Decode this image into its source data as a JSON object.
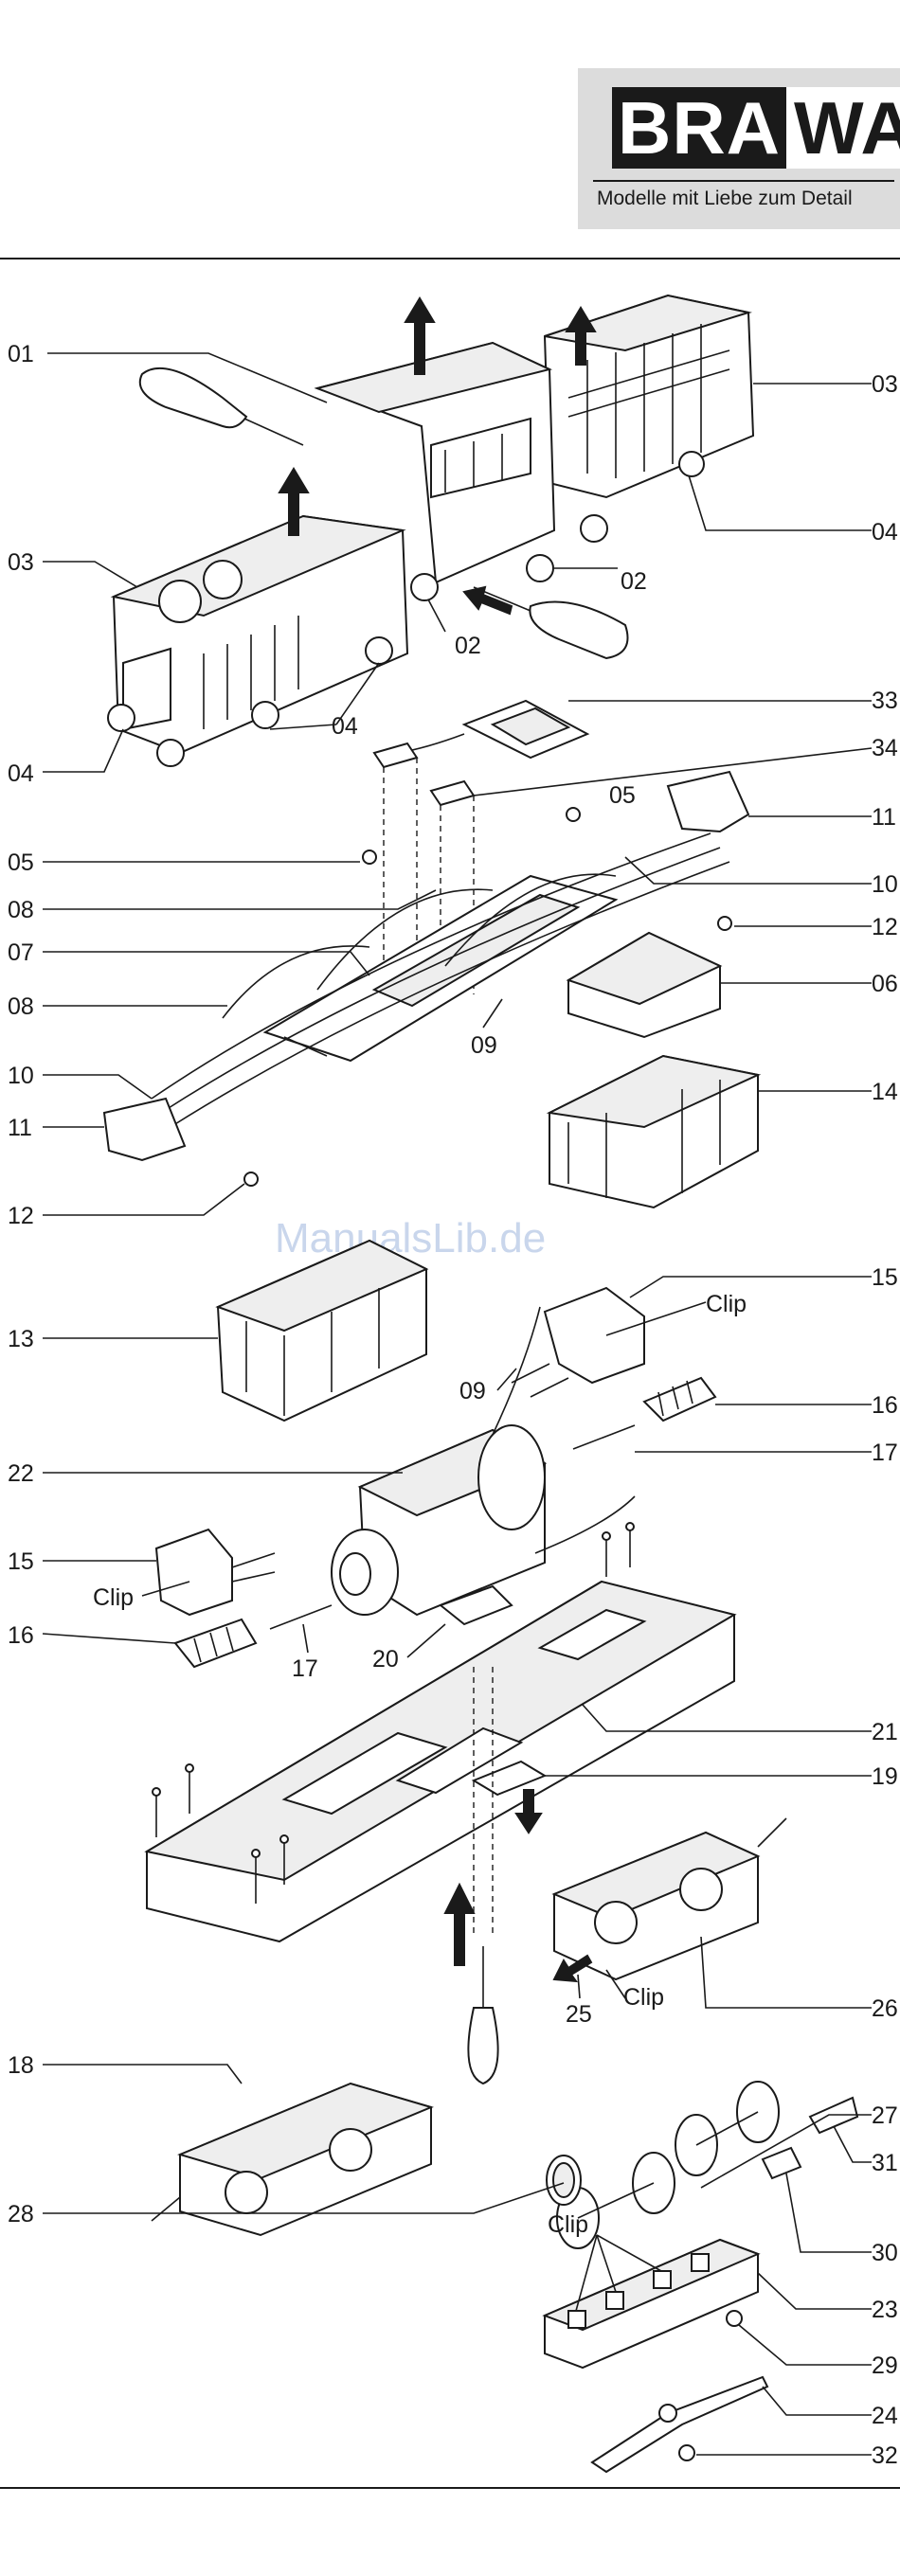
{
  "brand": {
    "logo_left": "BRA",
    "logo_right": "WA",
    "tagline": "Modelle mit Liebe zum Detail"
  },
  "watermark": "ManualsLib.de",
  "labels": {
    "l01": "01",
    "l03_right": "03",
    "l03_left": "03",
    "l04_right": "04",
    "l02_a": "02",
    "l02_b": "02",
    "l04_mid": "04",
    "l04_left": "04",
    "l33": "33",
    "l34": "34",
    "l05_mid": "05",
    "l11_right": "11",
    "l05_left": "05",
    "l10_right": "10",
    "l08_a": "08",
    "l12_right": "12",
    "l07": "07",
    "l06": "06",
    "l08_b": "08",
    "l09_a": "09",
    "l10_left": "10",
    "l14": "14",
    "l11_left": "11",
    "l12_left": "12",
    "l15_right": "15",
    "clip_1": "Clip",
    "l13": "13",
    "l09_b": "09",
    "l16_right": "16",
    "l17_right": "17",
    "l22": "22",
    "l15_left": "15",
    "clip_2": "Clip",
    "l16_left": "16",
    "l17_left": "17",
    "l20": "20",
    "l21": "21",
    "l19": "19",
    "l25": "25",
    "clip_3": "Clip",
    "l26": "26",
    "l18": "18",
    "l27": "27",
    "l31": "31",
    "l28": "28",
    "clip_4": "Clip",
    "l30": "30",
    "l23": "23",
    "l29": "29",
    "l24": "24",
    "l32": "32"
  }
}
